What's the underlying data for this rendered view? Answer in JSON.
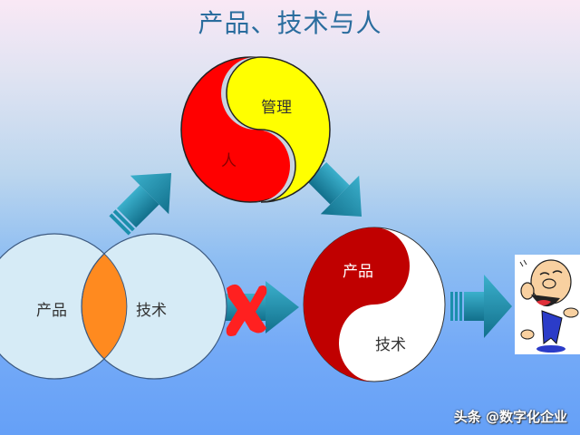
{
  "title": "产品、技术与人",
  "yinyang_top": {
    "left_label": "人",
    "right_label": "管理",
    "left_color": "#ff0000",
    "right_color": "#ffff00"
  },
  "venn": {
    "left_label": "产品",
    "right_label": "技术",
    "circle_color": "#d6ebf6",
    "overlap_color": "#ff8a1f"
  },
  "yinyang_bottom": {
    "top_label": "产品",
    "bottom_label": "技术",
    "dark_color": "#c00000",
    "light_color": "#ffffff"
  },
  "arrows": {
    "color": "#1b8fac",
    "blocked_mark": "✗",
    "blocked_color": "#ff2020"
  },
  "cartoon": {
    "description": "laughing-man"
  },
  "watermark": "头条 @数字化企业"
}
